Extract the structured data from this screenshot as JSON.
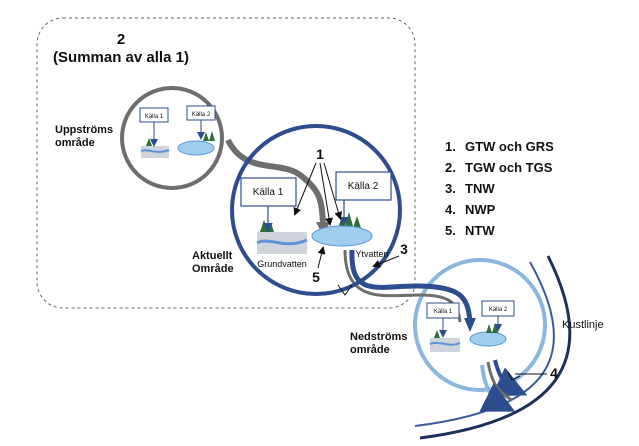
{
  "region2": {
    "number": "2",
    "sum_label": "(Summan av alla 1)"
  },
  "upstream": {
    "label_line1": "Uppströms",
    "label_line2": "område",
    "source1": "Källa 1",
    "source2": "Källa 2"
  },
  "current": {
    "label_line1": "Aktuellt",
    "label_line2": "Område",
    "source1": "Källa 1",
    "source2": "Källa 2",
    "groundwater": "Grundvatten",
    "surface_water": "Ytvatten"
  },
  "downstream": {
    "label_line1": "Nedströms",
    "label_line2": "område",
    "source1": "Källa 1",
    "source2": "Källa 2"
  },
  "coastline": "Kustlinje",
  "markers": {
    "m1": "1",
    "m3": "3",
    "m4": "4",
    "m5": "5"
  },
  "legend": [
    {
      "num": "1.",
      "text": "GTW och GRS"
    },
    {
      "num": "2.",
      "text": "TGW och TGS"
    },
    {
      "num": "3.",
      "text": "TNW"
    },
    {
      "num": "4.",
      "text": "NWP"
    },
    {
      "num": "5.",
      "text": "NTW"
    }
  ],
  "colors": {
    "dark_blue": "#2e4d8f",
    "light_blue": "#8ab6e0",
    "grey": "#6e6e6e",
    "water": "#9fcdee",
    "navy": "#1f2f5c"
  }
}
